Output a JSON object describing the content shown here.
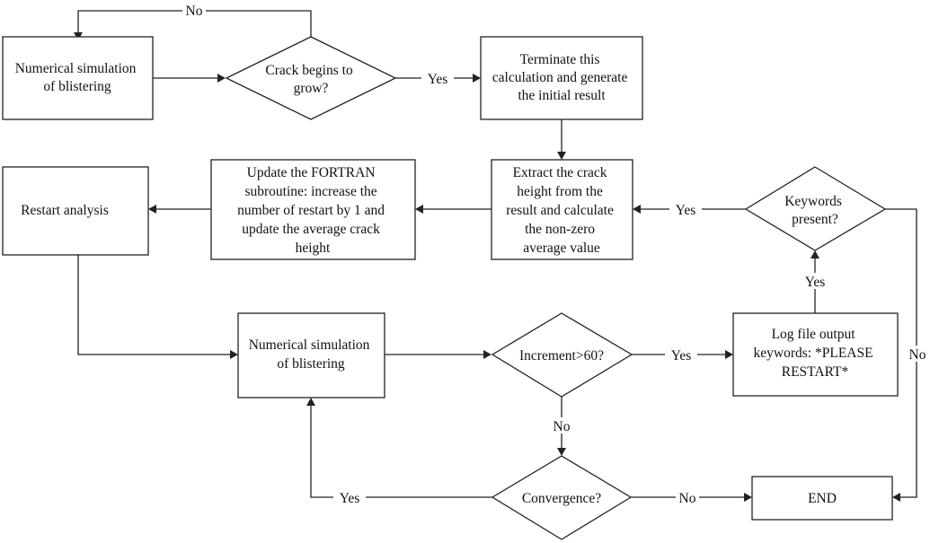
{
  "nodes": {
    "sim_top": [
      "Numerical simulation",
      "of blistering"
    ],
    "crack_grow": [
      "Crack begins to",
      "grow?"
    ],
    "terminate": [
      "Terminate this",
      "calculation and generate",
      "the initial result"
    ],
    "extract": [
      "Extract the crack",
      "height from the",
      "result and calculate",
      "the non-zero",
      "average value"
    ],
    "update": [
      "Update the FORTRAN",
      "subroutine: increase the",
      "number of restart by 1 and",
      "update the average crack",
      "height"
    ],
    "restart": [
      "Restart analysis"
    ],
    "keywords": [
      "Keywords",
      "present?"
    ],
    "sim_mid": [
      "Numerical simulation",
      "of blistering"
    ],
    "increment": [
      "Increment>60?"
    ],
    "log": [
      "Log file output",
      "keywords: *PLEASE",
      "RESTART*"
    ],
    "convergence": [
      "Convergence?"
    ],
    "end": [
      "END"
    ]
  },
  "edges": {
    "loop_no": "No",
    "crack_yes": "Yes",
    "keywords_yes": "Yes",
    "log_yes": "Yes",
    "increment_yes": "Yes",
    "increment_no": "No",
    "keywords_no": "No",
    "conv_yes": "Yes",
    "conv_no": "No"
  }
}
